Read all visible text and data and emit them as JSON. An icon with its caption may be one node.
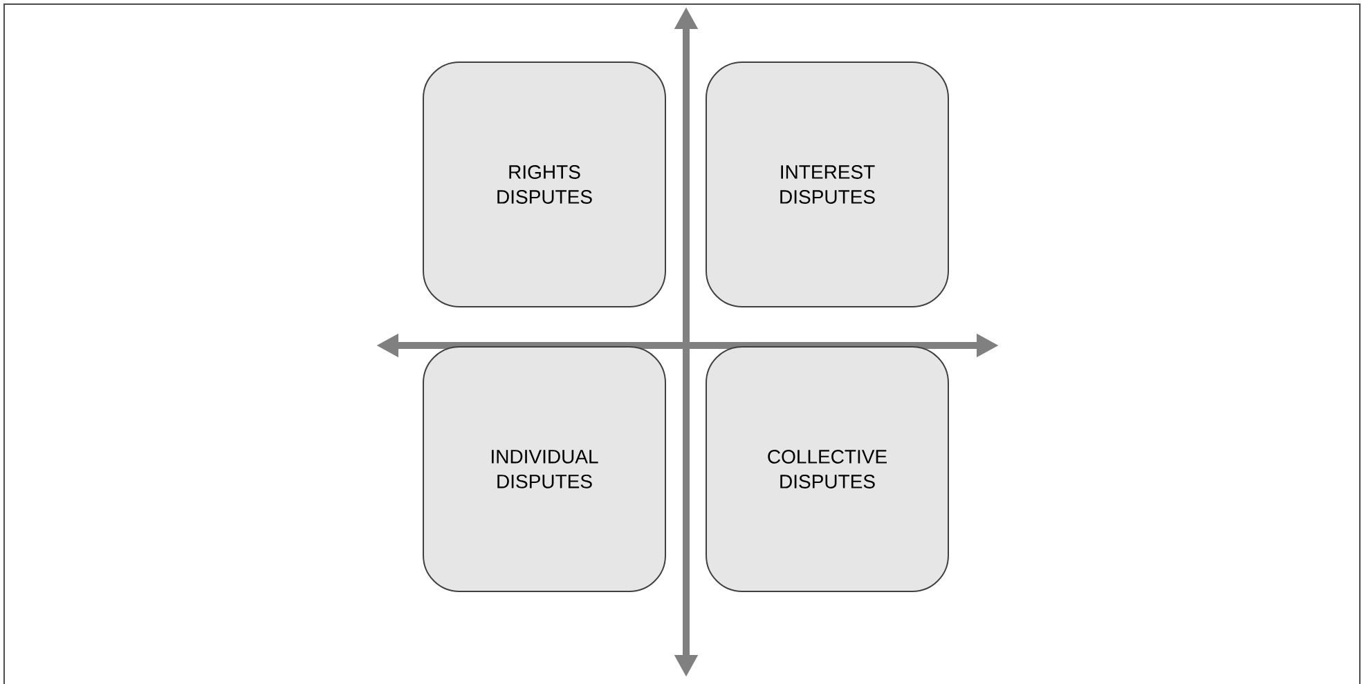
{
  "diagram": {
    "nodes": [
      {
        "text": [
          "RIGHTS DISPUTES"
        ]
      },
      {
        "text": [
          "INTEREST DISPUTES"
        ]
      },
      {
        "text": [
          "INDIVIDUAL DISPUTES"
        ]
      },
      {
        "text": [
          "COLLECTIVE DISPUTES"
        ]
      }
    ]
  }
}
